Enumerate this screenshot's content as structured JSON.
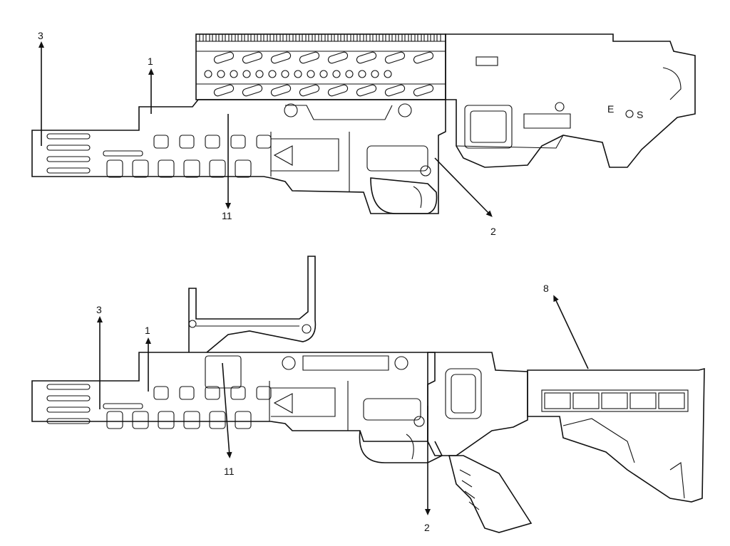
{
  "figures": [
    {
      "id": "top",
      "callouts": [
        {
          "id": "label-3",
          "text": "3"
        },
        {
          "id": "label-1",
          "text": "1"
        },
        {
          "id": "label-11",
          "text": "11"
        },
        {
          "id": "label-2",
          "text": "2"
        }
      ],
      "receiver_marks": [
        "E",
        "S"
      ]
    },
    {
      "id": "bottom",
      "callouts": [
        {
          "id": "label-3",
          "text": "3"
        },
        {
          "id": "label-1",
          "text": "1"
        },
        {
          "id": "label-11",
          "text": "11"
        },
        {
          "id": "label-2",
          "text": "2"
        },
        {
          "id": "label-8",
          "text": "8"
        }
      ]
    }
  ]
}
